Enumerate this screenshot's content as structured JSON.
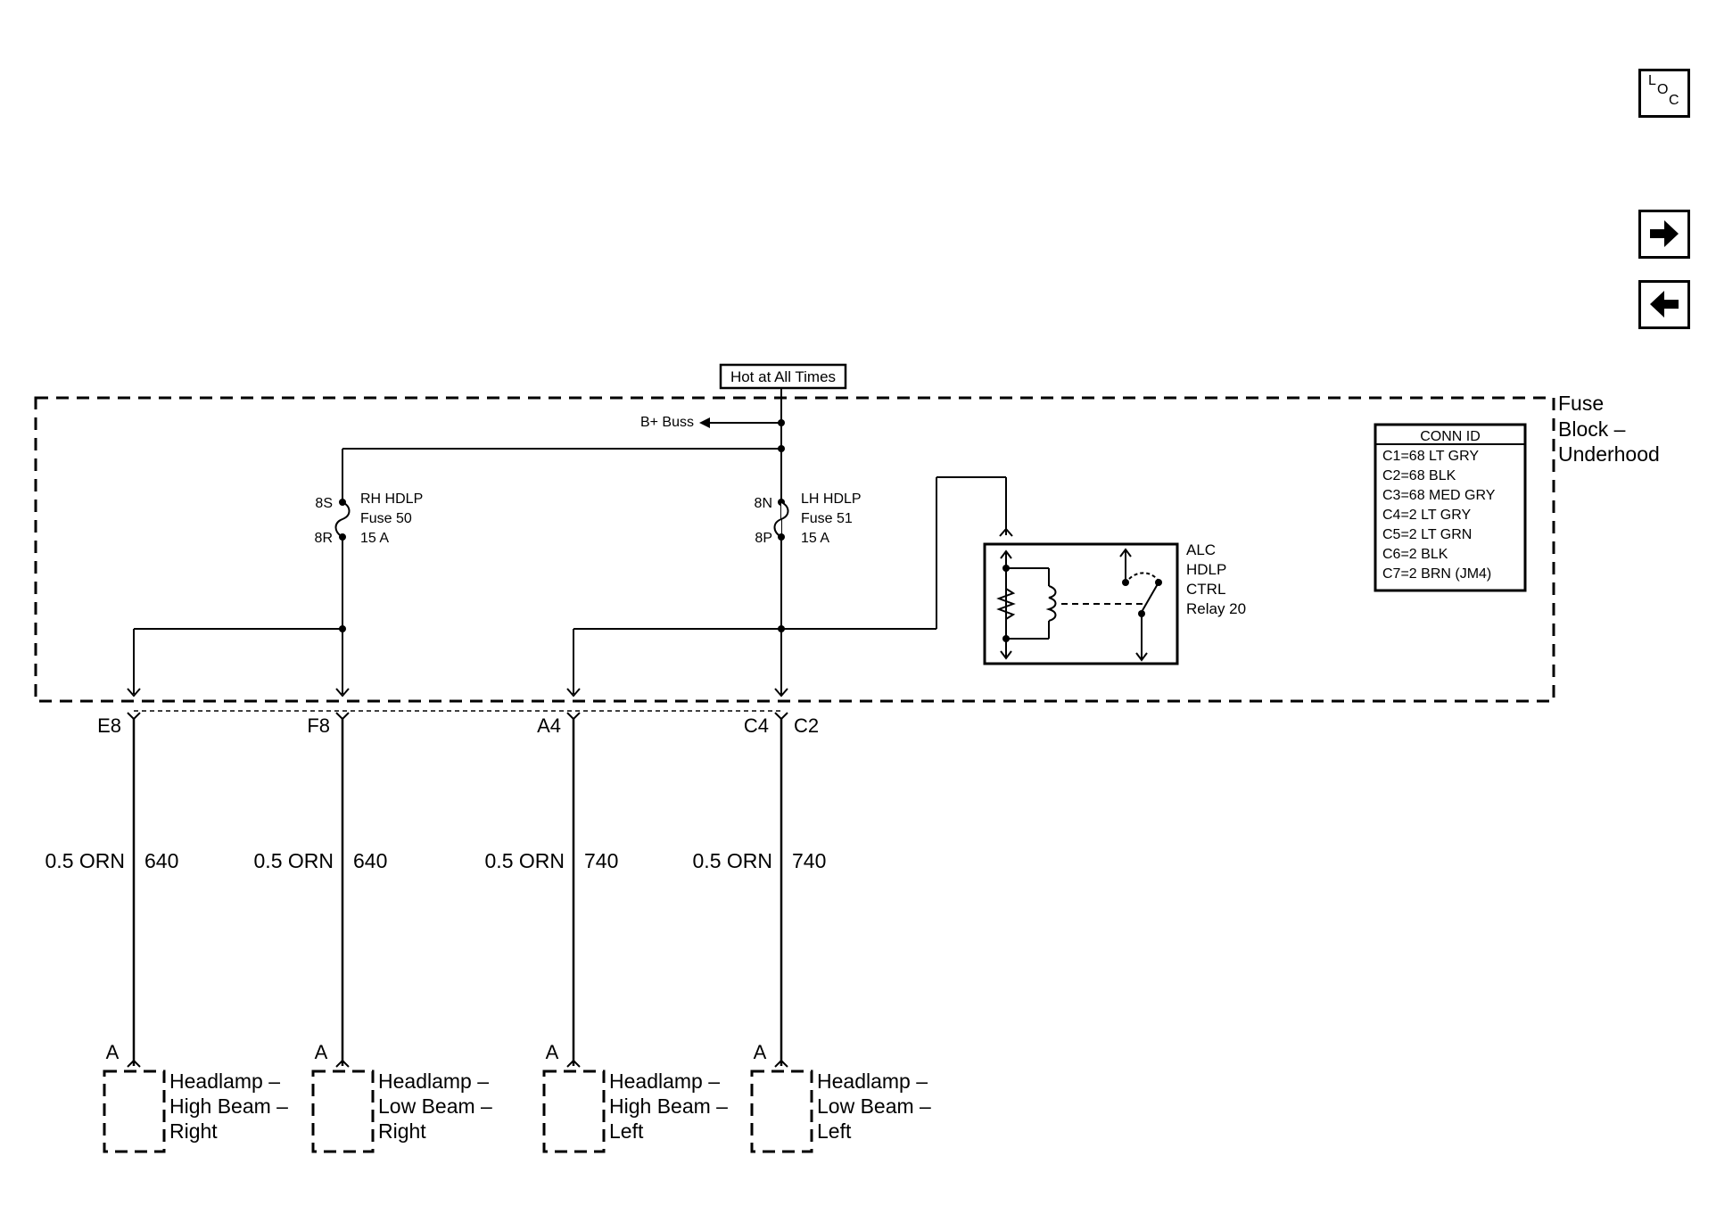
{
  "nav": {
    "loc_l": "L",
    "loc_o": "O",
    "loc_c": "C",
    "forward_icon": "arrow-right-icon",
    "back_icon": "arrow-left-icon"
  },
  "power": {
    "hot_label": "Hot at All Times",
    "bbuss_label": "B+ Buss"
  },
  "fuse_block": {
    "title_line1": "Fuse",
    "title_line2": "Block –",
    "title_line3": "Underhood"
  },
  "fuses": [
    {
      "top_pin": "8S",
      "bottom_pin": "8R",
      "name": "RH HDLP",
      "fuse": "Fuse 50",
      "rating": "15 A"
    },
    {
      "top_pin": "8N",
      "bottom_pin": "8P",
      "name": "LH HDLP",
      "fuse": "Fuse 51",
      "rating": "15 A"
    }
  ],
  "relay": {
    "line1": "ALC",
    "line2": "HDLP",
    "line3": "CTRL",
    "line4": "Relay 20"
  },
  "conn_id": {
    "header": "CONN ID",
    "rows": [
      "C1=68 LT GRY",
      "C2=68 BLK",
      "C3=68 MED GRY",
      "C4=2 LT GRY",
      "C5=2 LT GRN",
      "C6=2 BLK",
      "C7=2 BRN (JM4)"
    ]
  },
  "terminals": [
    "E8",
    "F8",
    "A4",
    "C4",
    "C2"
  ],
  "wires": [
    {
      "gauge": "0.5 ORN",
      "circuit": "640"
    },
    {
      "gauge": "0.5 ORN",
      "circuit": "640"
    },
    {
      "gauge": "0.5 ORN",
      "circuit": "740"
    },
    {
      "gauge": "0.5 ORN",
      "circuit": "740"
    }
  ],
  "lamps": [
    {
      "pin": "A",
      "line1": "Headlamp –",
      "line2": "High Beam –",
      "line3": "Right"
    },
    {
      "pin": "A",
      "line1": "Headlamp –",
      "line2": "Low Beam –",
      "line3": "Right"
    },
    {
      "pin": "A",
      "line1": "Headlamp –",
      "line2": "High Beam –",
      "line3": "Left"
    },
    {
      "pin": "A",
      "line1": "Headlamp –",
      "line2": "Low Beam –",
      "line3": "Left"
    }
  ]
}
